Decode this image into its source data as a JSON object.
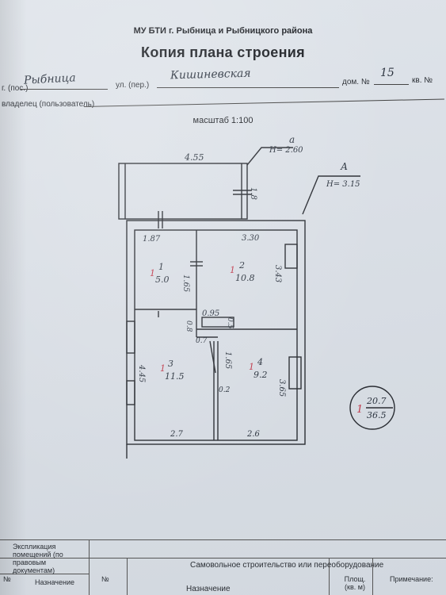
{
  "header": {
    "org": "МУ БТИ г. Рыбница и Рыбницкого района",
    "title": "Копия плана строения",
    "city_label": "г. (пос.)",
    "city_value": "Рыбница",
    "street_label": "ул. (пер.)",
    "street_value": "Кишиневская",
    "house_label": "дом. №",
    "house_value": "15",
    "apt_label": "кв. №",
    "owner_label": "владелец (пользователь)"
  },
  "scale": "масштаб 1:100",
  "plan": {
    "annex_letter": "а",
    "annex_height": "Н= 2.60",
    "main_letter": "А",
    "main_height": "Н= 3.15",
    "dims": {
      "annex_width": "4.55",
      "annex_depth": "1.8",
      "room1_width": "1.87",
      "room1_height": "1.65",
      "room2_width": "3.30",
      "room2_height": "3.43",
      "corridor_width": "0.95",
      "corridor_a": "0.8",
      "corridor_b": "0.5",
      "wall_a": "0.7",
      "room3_height": "4.45",
      "room3_width": "2.7",
      "room4_height_a": "1.65",
      "room4_height_b": "3.65",
      "room4_width": "2.6",
      "partition": "0.2"
    },
    "rooms": [
      {
        "prefix": "1",
        "num": "1",
        "area": "5.0"
      },
      {
        "prefix": "1",
        "num": "2",
        "area": "10.8"
      },
      {
        "prefix": "1",
        "num": "3",
        "area": "11.5"
      },
      {
        "prefix": "1",
        "num": "4",
        "area": "9.2"
      }
    ],
    "summary": {
      "prefix": "1",
      "living": "20.7",
      "total": "36.5"
    }
  },
  "table": {
    "left_header": "Экспликация помещений (по правовым документам)",
    "left_no": "№",
    "left_name": "Назначение",
    "right_header": "Самовольное строительство или переоборудование",
    "right_no": "№",
    "right_name": "Назначение",
    "right_area": "Площ. (кв. м)",
    "right_note": "Примечание:"
  }
}
